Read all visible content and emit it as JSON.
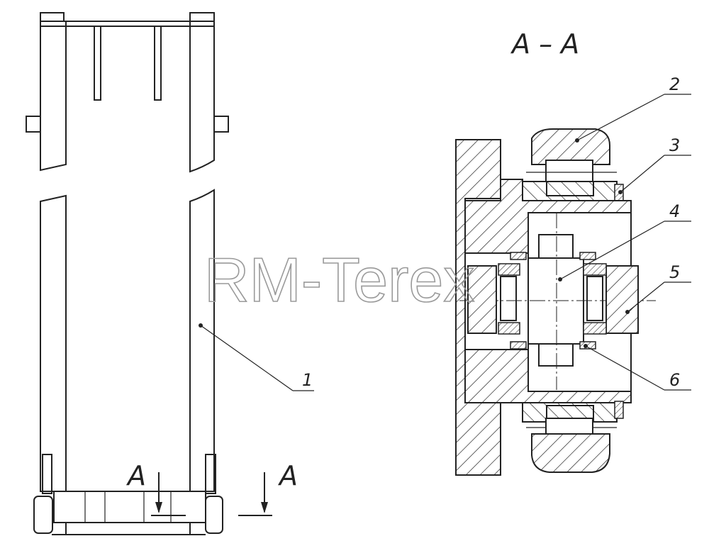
{
  "section_title": "A – A",
  "section_mark_left": "A",
  "section_mark_right": "A",
  "watermark": "RM-Terex",
  "callouts": [
    "1",
    "2",
    "3",
    "4",
    "5",
    "6"
  ]
}
